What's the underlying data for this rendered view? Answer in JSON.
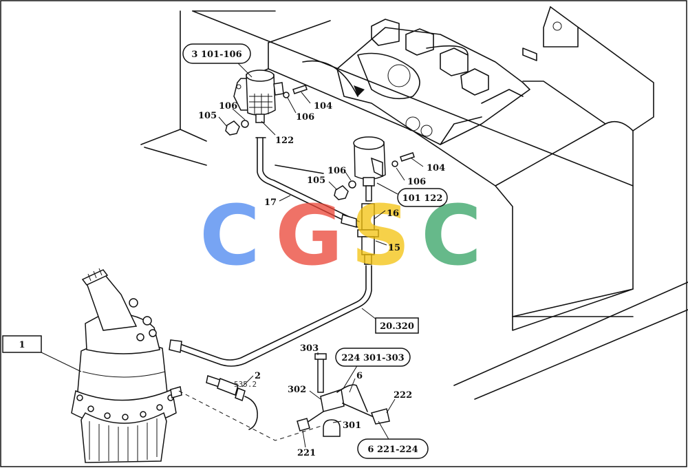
{
  "callouts": {
    "c1": "3  101-106",
    "c2": "101  122",
    "c3": "20.320",
    "c4": "224  301-303",
    "c5": "6  221-224",
    "c6": "1"
  },
  "labels": {
    "l104a": "104",
    "l106a": "106",
    "l106b": "106",
    "l105a": "105",
    "l122": "122",
    "l104b": "104",
    "l106c": "106",
    "l106d": "106",
    "l105b": "105",
    "l17": "17",
    "l16": "16",
    "l15": "15",
    "l2": "2",
    "l535": "535.2",
    "l303": "303",
    "l302": "302",
    "l301": "301",
    "l6": "6",
    "l222": "222",
    "l221": "221"
  },
  "watermark": {
    "letters": [
      "C",
      "G",
      "S",
      "C"
    ],
    "colors": [
      "#4a86f0",
      "#ea4335",
      "#f4c20d",
      "#34a263"
    ]
  }
}
